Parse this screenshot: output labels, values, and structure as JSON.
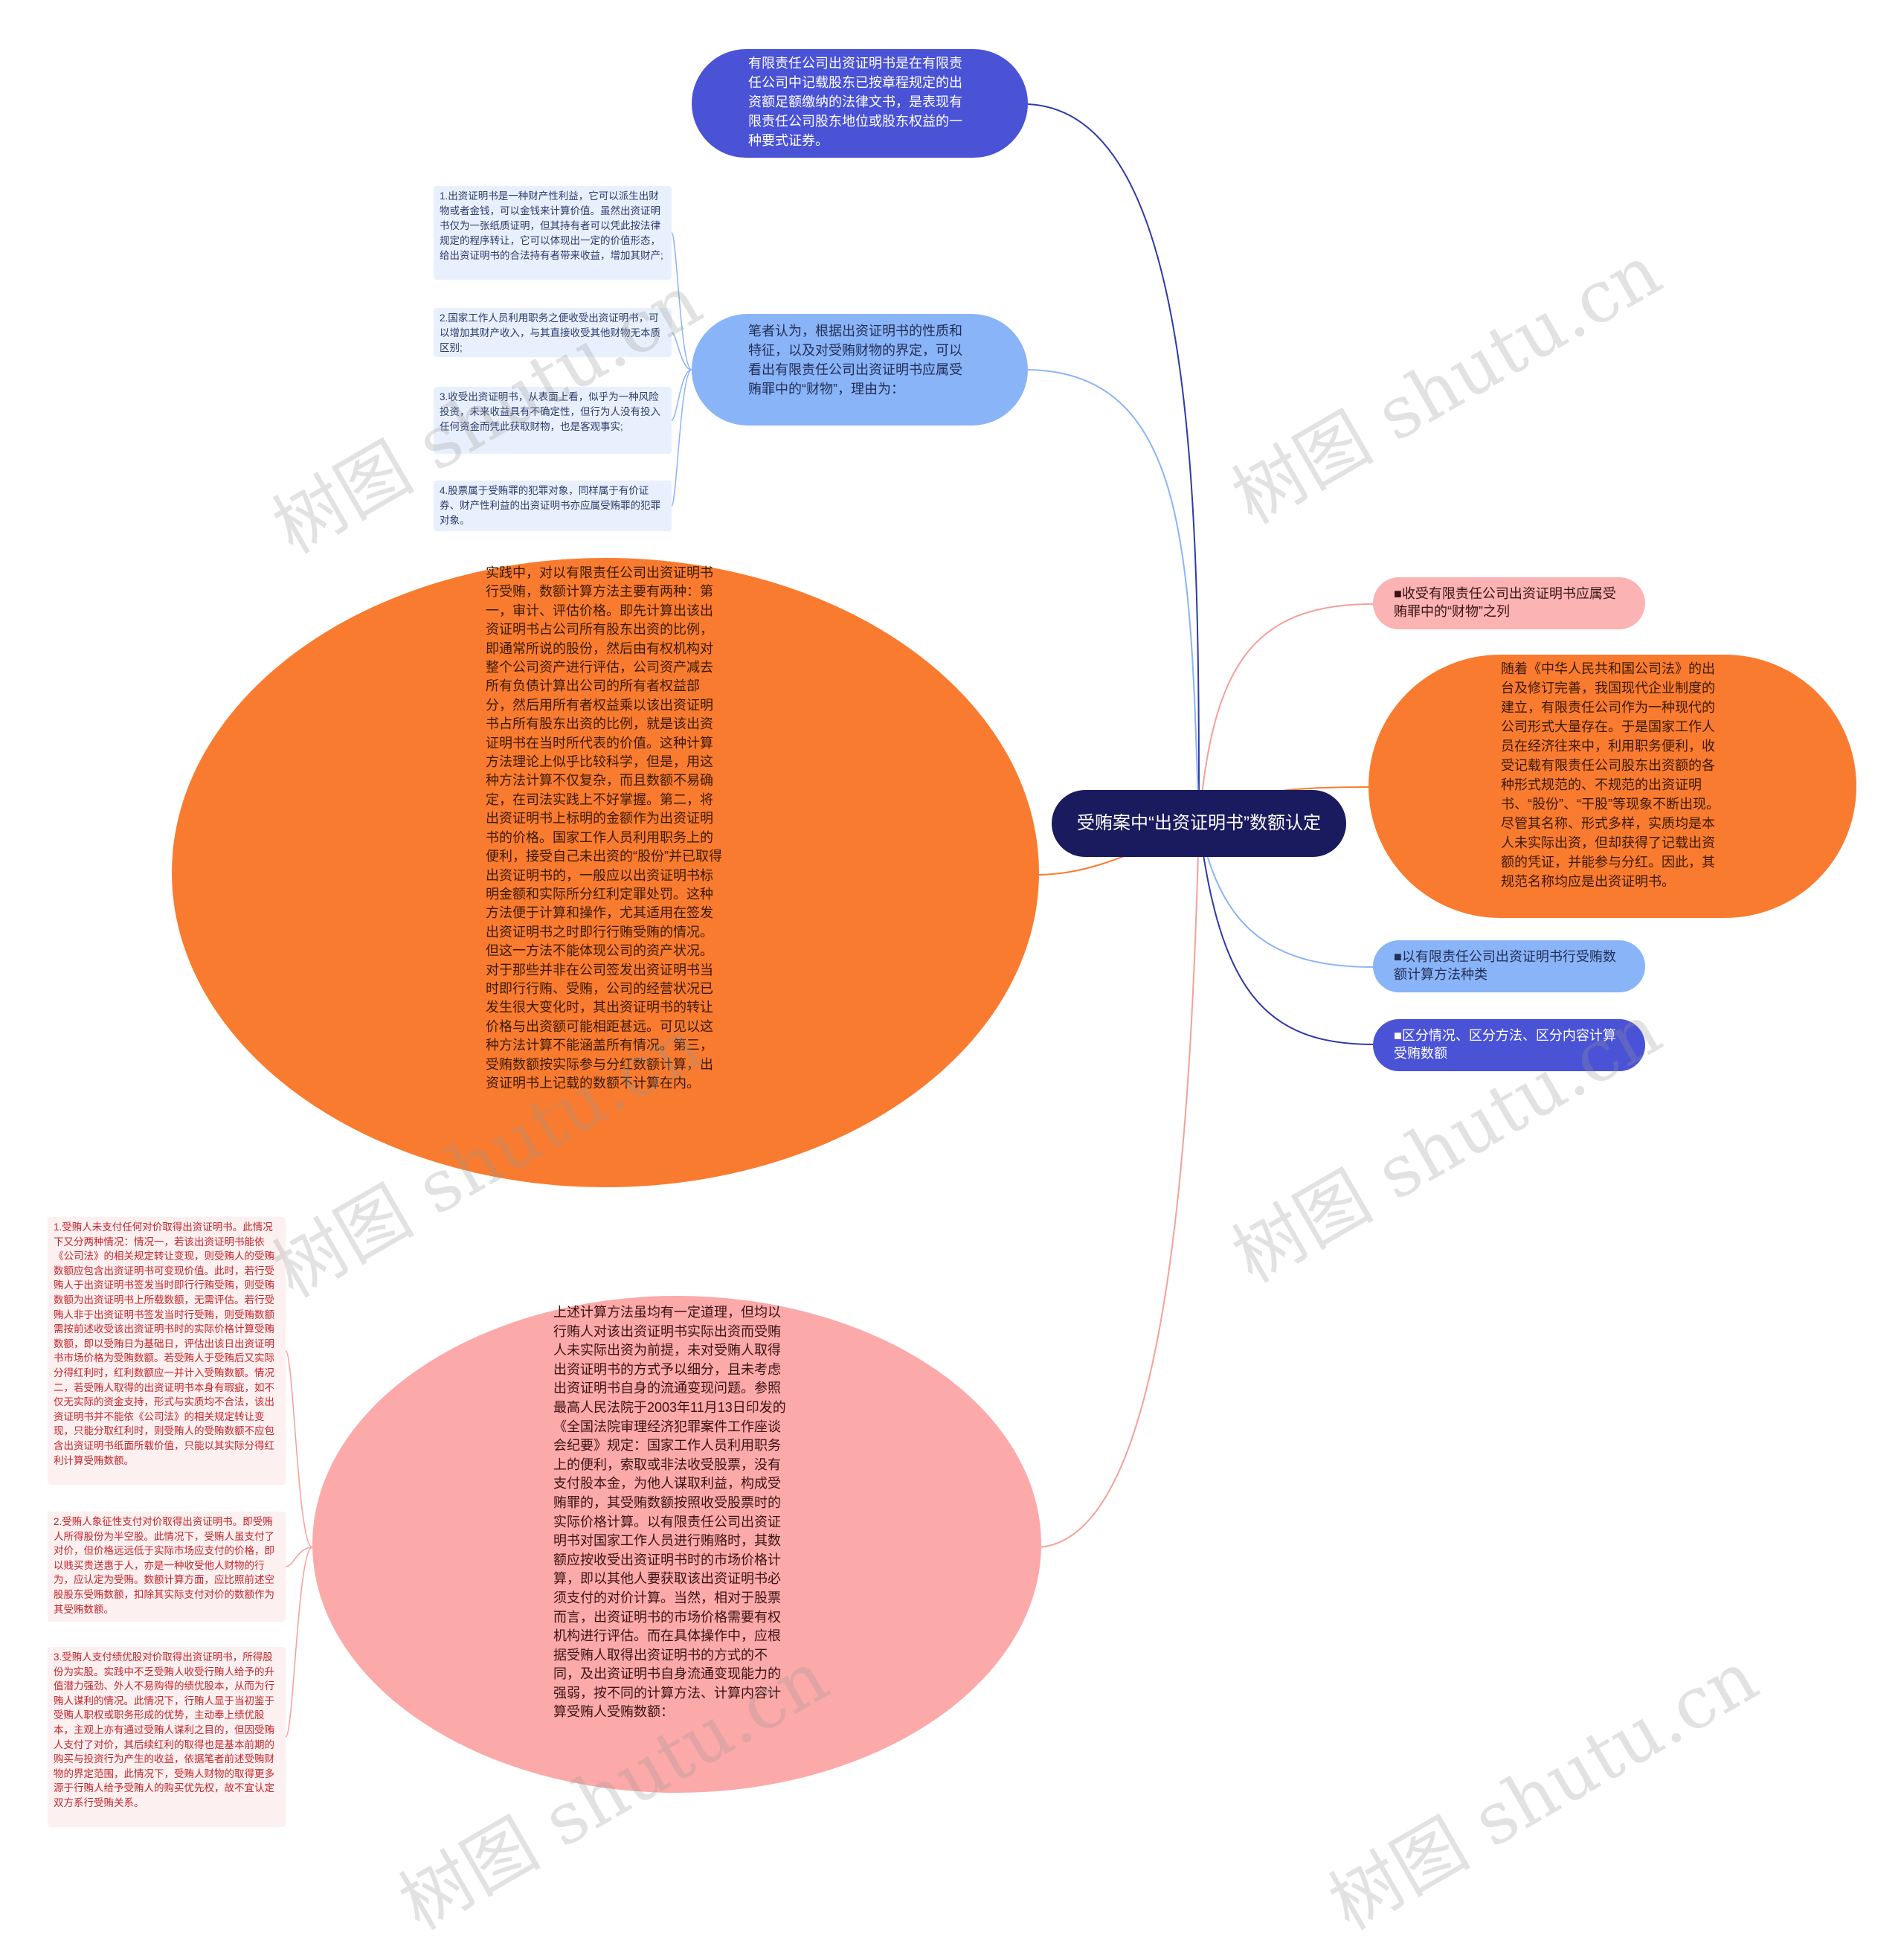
{
  "colors": {
    "center": "#1a1b5e",
    "dark_blue": "#4a52d6",
    "light_blue": "#8ab4f8",
    "orange": "#f97b2f",
    "pink": "#fca9a9",
    "line_dark_blue": "#2e3aa8",
    "line_light_blue": "#8ab4f8",
    "line_pink": "#f4a09a",
    "line_orange": "#f97b2f"
  },
  "center": {
    "text": "受贿案中“出资证明书”数额认定"
  },
  "left": {
    "definition": "有限责任公司出资证明书是在有限责任公司中记载股东已按章程规定的出资额足额缴纳的法律文书，是表现有限责任公司股东地位或股东权益的一种要式证券。",
    "author_view": "笔者认为，根据出资证明书的性质和特征，以及对受贿财物的界定，可以看出有限责任公司出资证明书应属受贿罪中的“财物”，理由为：",
    "reasons": [
      "1.出资证明书是一种财产性利益，它可以派生出财物或者金钱，可以金钱来计算价值。虽然出资证明书仅为一张纸质证明，但其持有者可以凭此按法律规定的程序转让，它可以体现出一定的价值形态，给出资证明书的合法持有者带来收益，增加其财产;",
      "2.国家工作人员利用职务之便收受出资证明书，可以增加其财产收入，与其直接收受其他财物无本质区别;",
      "3.收受出资证明书，从表面上看，似乎为一种风险投资，未来收益具有不确定性，但行为人没有投入任何资金而凭此获取财物，也是客观事实;",
      "4.股票属于受贿罪的犯罪对象，同样属于有价证券、财产性利益的出资证明书亦应属受贿罪的犯罪对象。"
    ],
    "method": "实践中，对以有限责任公司出资证明书行受贿，数额计算方法主要有两种：第一，审计、评估价格。即先计算出该出资证明书占公司所有股东出资的比例，即通常所说的股份，然后由有权机构对整个公司资产进行评估，公司资产减去所有负债计算出公司的所有者权益部分，然后用所有者权益乘以该出资证明书占所有股东出资的比例，就是该出资证明书在当时所代表的价值。这种计算方法理论上似乎比较科学，但是，用这种方法计算不仅复杂，而且数额不易确定，在司法实践上不好掌握。第二，将出资证明书上标明的金额作为出资证明书的价格。国家工作人员利用职务上的便利，接受自己未出资的“股份”并已取得出资证明书的，一般应以出资证明书标明金额和实际所分红利定罪处罚。这种方法便于计算和操作，尤其适用在签发出资证明书之时即行行贿受贿的情况。但这一方法不能体现公司的资产状况。对于那些并非在公司签发出资证明书当时即行行贿、受贿，公司的经营状况已发生很大变化时，其出资证明书的转让价格与出资额可能相距甚远。可见以这种方法计算不能涵盖所有情况。第三，受贿数额按实际参与分红数额计算，出资证明书上记载的数额不计算在内。",
    "calculation": "上述计算方法虽均有一定道理，但均以行贿人对该出资证明书实际出资而受贿人未实际出资为前提，未对受贿人取得出资证明书的方式予以细分，且未考虑出资证明书自身的流通变现问题。参照最高人民法院于2003年11月13日印发的《全国法院审理经济犯罪案件工作座谈会纪要》规定：国家工作人员利用职务上的便利，索取或非法收受股票，没有支付股本金，为他人谋取利益，构成受贿罪的，其受贿数额按照收受股票时的实际价格计算。以有限责任公司出资证明书对国家工作人员进行贿赂时，其数额应按收受出资证明书时的市场价格计算，即以其他人要获取该出资证明书必须支付的对价计算。当然，相对于股票而言，出资证明书的市场价格需要有权机构进行评估。而在具体操作中，应根据受贿人取得出资证明书的方式的不同，及出资证明书自身流通变现能力的强弱，按不同的计算方法、计算内容计算受贿人受贿数额：",
    "cases": [
      "1.受贿人未支付任何对价取得出资证明书。此情况下又分两种情况：情况一，若该出资证明书能依《公司法》的相关规定转让变现，则受贿人的受贿数额应包含出资证明书可变现价值。此时，若行受贿人于出资证明书签发当时即行行贿受贿，则受贿数额为出资证明书上所载数额，无需评估。若行受贿人非于出资证明书签发当时行受贿，则受贿数额需按前述收受该出资证明书时的实际价格计算受贿数额，即以受贿日为基础日，评估出该日出资证明书市场价格为受贿数额。若受贿人于受贿后又实际分得红利时，红利数额应一并计入受贿数额。情况二，若受贿人取得的出资证明书本身有瑕疵，如不仅无实际的资金支持，形式与实质均不合法，该出资证明书并不能依《公司法》的相关规定转让变现，只能分取红利时，则受贿人的受贿数额不应包含出资证明书纸面所载价值，只能以其实际分得红利计算受贿数额。",
      "2.受贿人象征性支付对价取得出资证明书。即受贿人所得股份为半空股。此情况下，受贿人虽支付了对价，但价格远远低于实际市场应支付的价格，即以贱买贵送惠于人，亦是一种收受他人财物的行为，应认定为受贿。数额计算方面，应比照前述空股股东受贿数额，扣除其实际支付对价的数额作为其受贿数额。",
      "3.受贿人支付绩优股对价取得出资证明书，所得股份为实股。实践中不乏受贿人收受行贿人给予的升值潜力强劲、外人不易购得的绩优股本，从而为行贿人谋利的情况。此情况下，行贿人显于当初鉴于受贿人职权或职务形成的优势，主动奉上绩优股本，主观上亦有通过受贿人谋利之目的，但因受贿人支付了对价，其后续红利的取得也是基本前期的购买与投资行为产生的收益，依据笔者前述受贿财物的界定范围，此情况下，受贿人财物的取得更多源于行贿人给予受贿人的购买优先权，故不宜认定双方系行受贿关系。"
    ]
  },
  "right": {
    "property": "■收受有限责任公司出资证明书应属受贿罪中的“财物”之列",
    "history": "随着《中华人民共和国公司法》的出台及修订完善，我国现代企业制度的建立，有限责任公司作为一种现代的公司形式大量存在。于是国家工作人员在经济往来中，利用职务便利，收受记载有限责任公司股东出资额的各种形式规范的、不规范的出资证明书、“股份”、“干股”等现象不断出现。尽管其名称、形式多样，实质均是本人未实际出资，但却获得了记载出资额的凭证，并能参与分红。因此，其规范名称均应是出资证明书。",
    "types": "■以有限责任公司出资证明书行受贿数额计算方法种类",
    "distinguish": "■区分情况、区分方法、区分内容计算受贿数额"
  },
  "watermark": "树图 shutu.cn"
}
